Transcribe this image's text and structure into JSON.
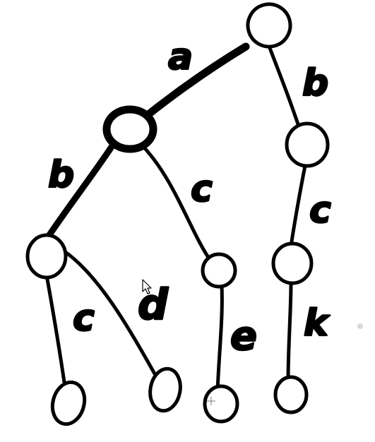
{
  "tree": {
    "edge_labels": {
      "root_left": "a",
      "root_right": "b",
      "left_leftchild": "b",
      "left_rightchild": "c",
      "ll_leaf1": "c",
      "ll_leaf2": "d",
      "lr_leaf": "e",
      "right_chain_1": "c",
      "right_chain_2": "k"
    }
  },
  "colors": {
    "ink": "#000000",
    "background": "#ffffff"
  },
  "icons": {
    "cursor": "mouse-pointer-icon",
    "crosshair": "crosshair-icon"
  }
}
